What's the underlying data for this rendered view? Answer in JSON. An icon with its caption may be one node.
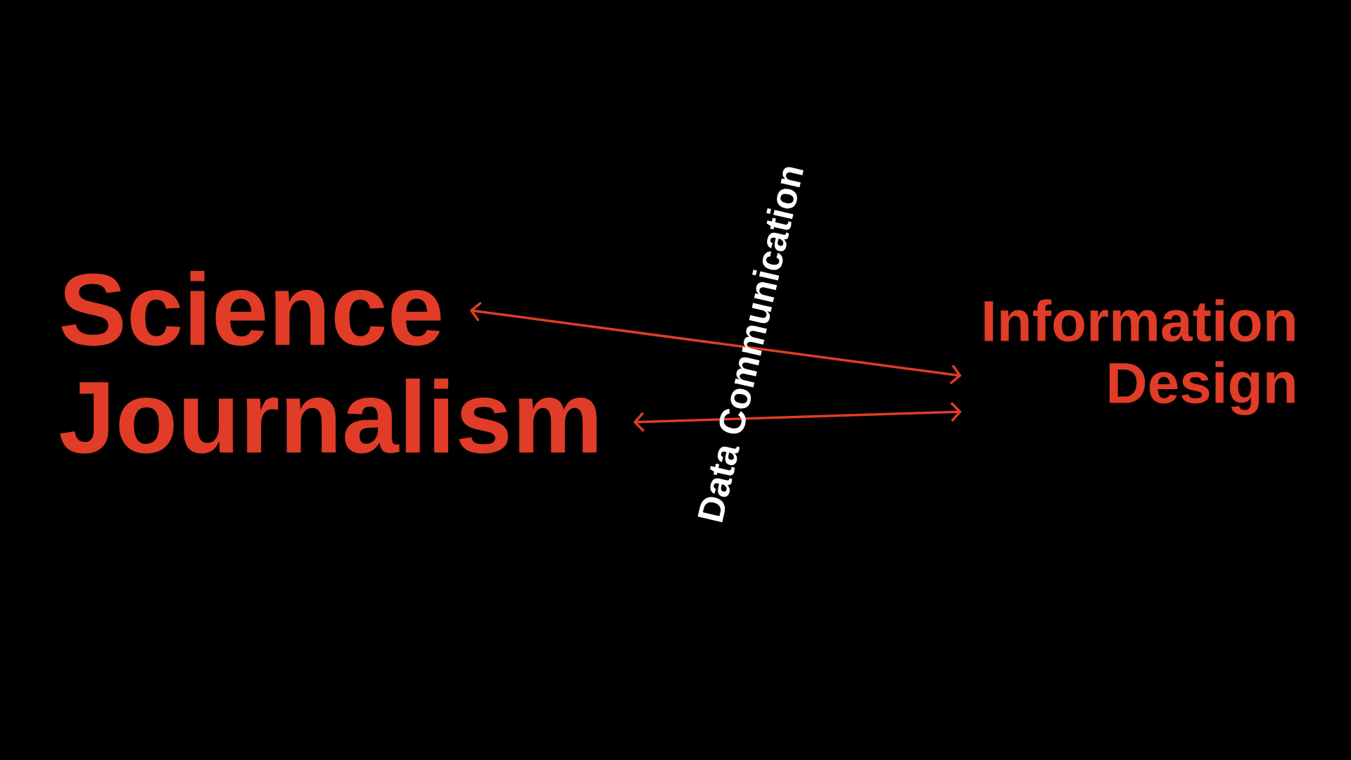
{
  "diagram": {
    "nodes": [
      {
        "text": [
          "Science"
        ]
      },
      {
        "text": [
          "Journalism"
        ]
      },
      {
        "text": [
          "Information Design"
        ]
      }
    ],
    "edges": [
      {
        "from": 0,
        "to": 2,
        "arrow": "both"
      },
      {
        "from": 1,
        "to": 2,
        "arrow": "both"
      }
    ],
    "labels": [
      "Data Communication"
    ]
  }
}
